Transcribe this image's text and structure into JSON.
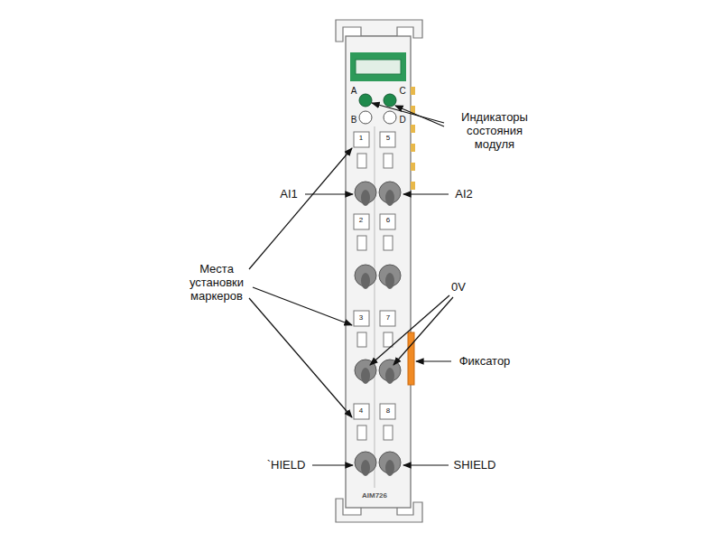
{
  "diagram": {
    "labels": [
      "A",
      "C",
      "B",
      "D",
      "1",
      "5",
      "2",
      "6",
      "3",
      "7",
      "4",
      "8",
      "Индикаторы состояния модуля",
      "AI1",
      "AI2",
      "Места установки маркеров",
      "0V",
      "Фиксатор",
      "`HIELD",
      "SHIELD",
      "AIM726"
    ]
  }
}
